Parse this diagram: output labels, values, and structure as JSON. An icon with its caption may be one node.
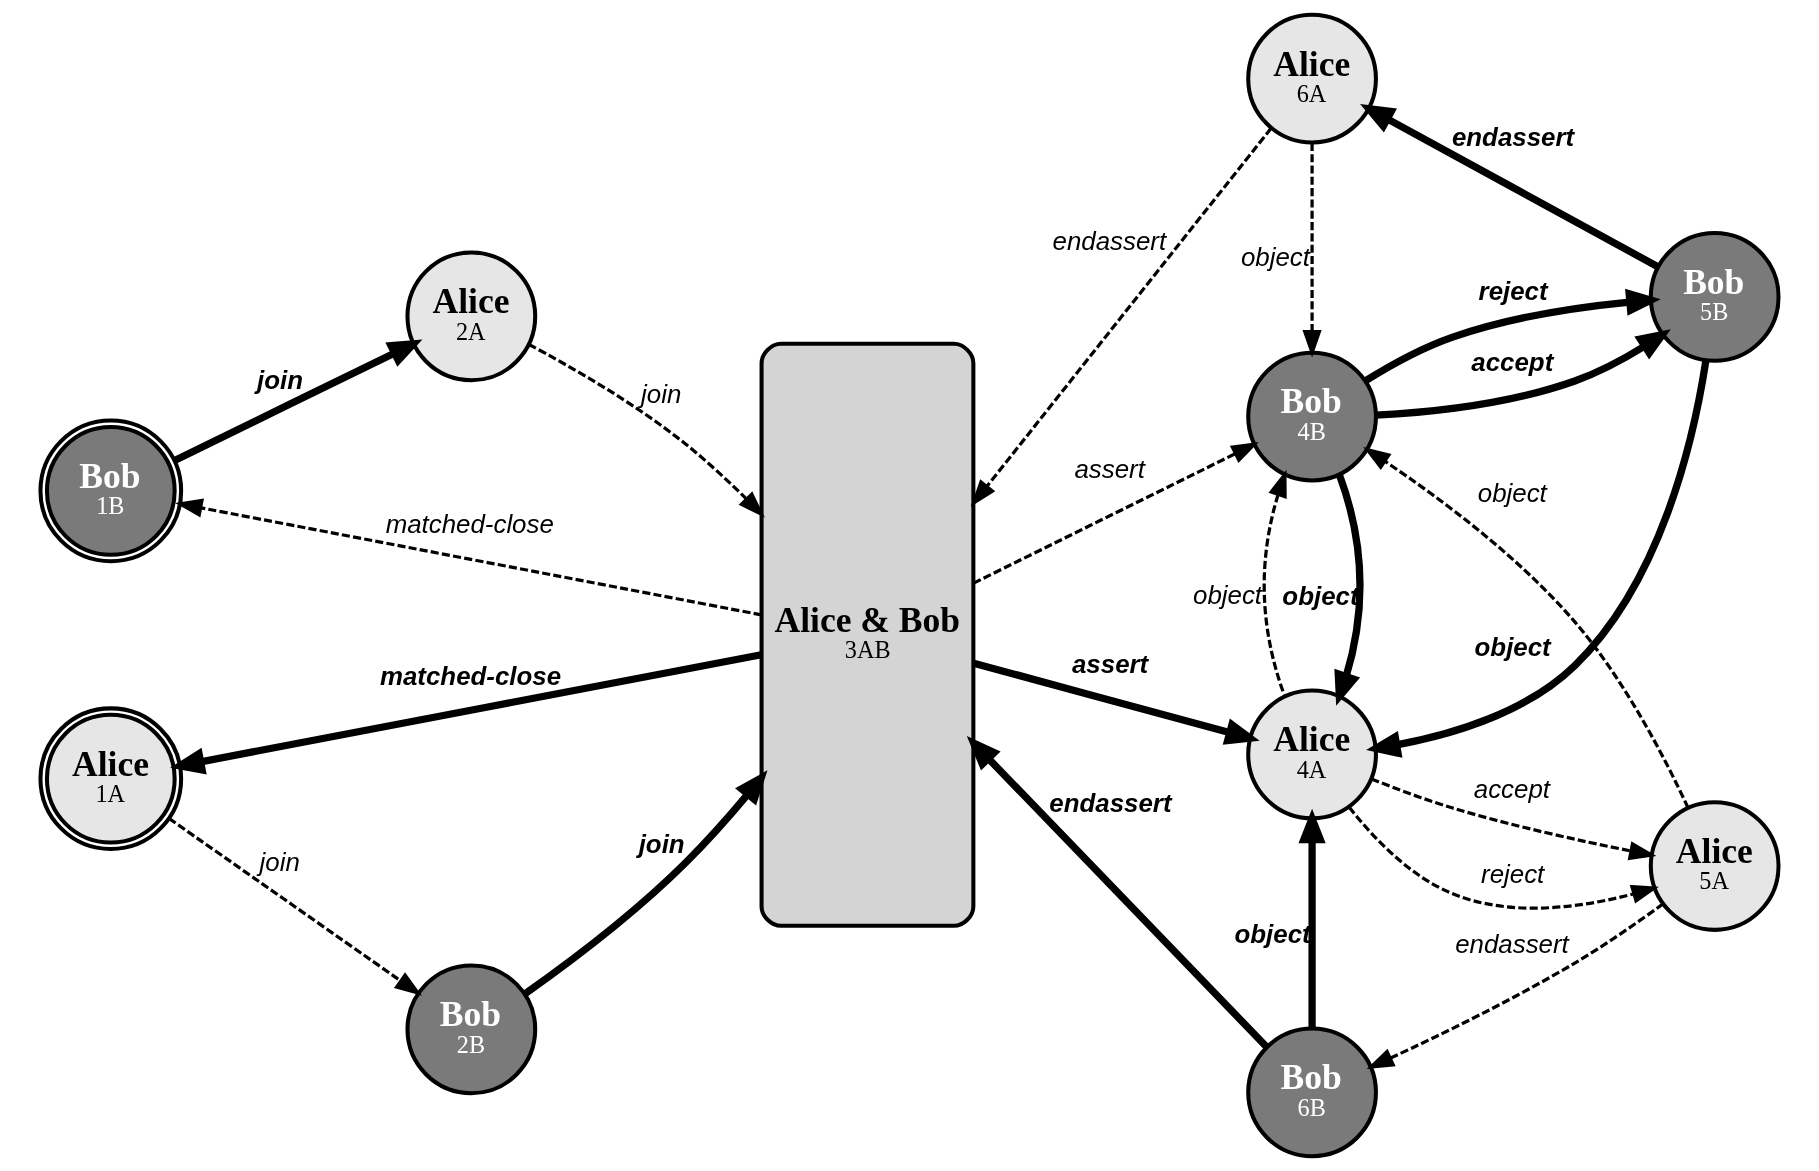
{
  "diagram": {
    "nodes": [
      {
        "text": [
          "Bob",
          "1B"
        ]
      },
      {
        "text": [
          "Alice",
          "2A"
        ]
      },
      {
        "text": [
          "Alice",
          "1A"
        ]
      },
      {
        "text": [
          "Bob",
          "2B"
        ]
      },
      {
        "text": [
          "Alice & Bob",
          "3AB"
        ]
      },
      {
        "text": [
          "Alice",
          "6A"
        ]
      },
      {
        "text": [
          "Bob",
          "4B"
        ]
      },
      {
        "text": [
          "Bob",
          "5B"
        ]
      },
      {
        "text": [
          "Alice",
          "4A"
        ]
      },
      {
        "text": [
          "Alice",
          "5A"
        ]
      },
      {
        "text": [
          "Bob",
          "6B"
        ]
      }
    ],
    "edges": [
      {
        "from": 4,
        "to": 0,
        "arrow": "to",
        "label": "matched-close",
        "style": "dashed"
      },
      {
        "from": 0,
        "to": 1,
        "arrow": "to",
        "label": "join",
        "style": "thick"
      },
      {
        "from": 1,
        "to": 4,
        "arrow": "to",
        "label": "join",
        "style": "dashed"
      },
      {
        "from": 2,
        "to": 3,
        "arrow": "to",
        "label": "join",
        "style": "dashed"
      },
      {
        "from": 3,
        "to": 4,
        "arrow": "to",
        "label": "join",
        "style": "thick"
      },
      {
        "from": 4,
        "to": 2,
        "arrow": "to",
        "label": "matched-close",
        "style": "thick"
      },
      {
        "from": 5,
        "to": 4,
        "arrow": "to",
        "label": "endassert",
        "style": "dashed"
      },
      {
        "from": 4,
        "to": 6,
        "arrow": "to",
        "label": "assert",
        "style": "dashed"
      },
      {
        "from": 4,
        "to": 8,
        "arrow": "to",
        "label": "assert",
        "style": "thick"
      },
      {
        "from": 5,
        "to": 6,
        "arrow": "to",
        "label": "object",
        "style": "dashed"
      },
      {
        "from": 7,
        "to": 5,
        "arrow": "to",
        "label": "endassert",
        "style": "thick"
      },
      {
        "from": 6,
        "to": 7,
        "arrow": "to",
        "label": "reject",
        "style": "thick"
      },
      {
        "from": 6,
        "to": 7,
        "arrow": "to",
        "label": "accept",
        "style": "thick"
      },
      {
        "from": 6,
        "to": 8,
        "arrow": "to",
        "label": "object",
        "style": "thick"
      },
      {
        "from": 8,
        "to": 6,
        "arrow": "to",
        "label": "object",
        "style": "dashed"
      },
      {
        "from": 7,
        "to": 8,
        "arrow": "to",
        "label": "object",
        "style": "thick"
      },
      {
        "from": 9,
        "to": 6,
        "arrow": "to",
        "label": "object",
        "style": "dashed"
      },
      {
        "from": 8,
        "to": 9,
        "arrow": "to",
        "label": "accept",
        "style": "dashed"
      },
      {
        "from": 8,
        "to": 9,
        "arrow": "to",
        "label": "reject",
        "style": "dashed"
      },
      {
        "from": 9,
        "to": 10,
        "arrow": "to",
        "label": "endassert",
        "style": "dashed"
      },
      {
        "from": 10,
        "to": 8,
        "arrow": "to",
        "label": "object",
        "style": "thick"
      },
      {
        "from": 10,
        "to": 4,
        "arrow": "to",
        "label": "endassert",
        "style": "thick"
      }
    ]
  }
}
